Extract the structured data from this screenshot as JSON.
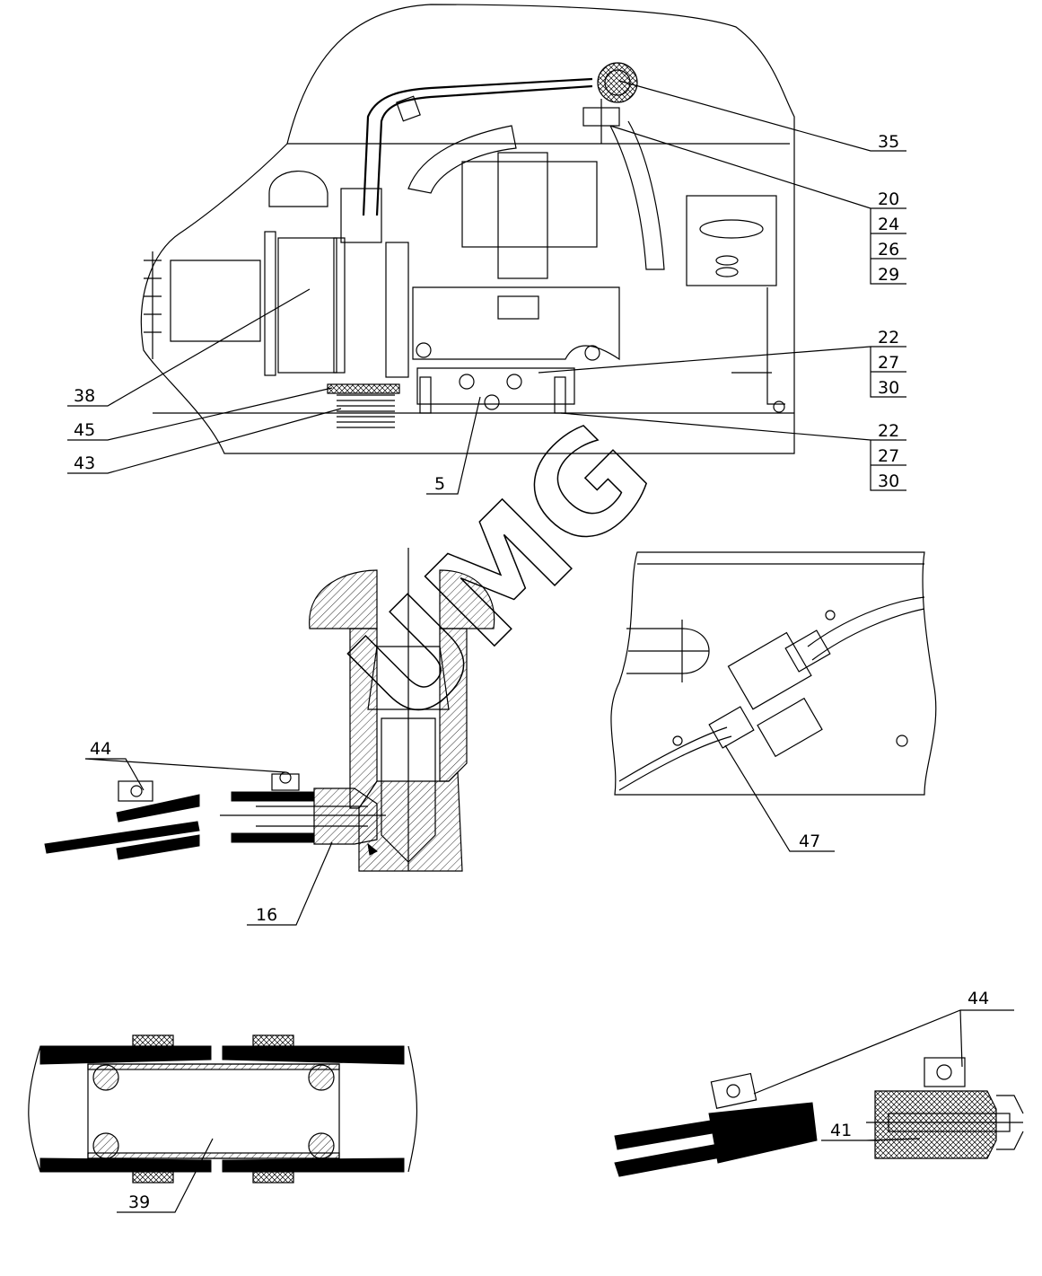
{
  "watermark": "UMG",
  "callouts": {
    "c35": "35",
    "c20": "20",
    "c24": "24",
    "c26": "26",
    "c29": "29",
    "c22a": "22",
    "c27a": "27",
    "c30a": "30",
    "c22b": "22",
    "c27b": "27",
    "c30b": "30",
    "c38": "38",
    "c45": "45",
    "c43": "43",
    "c5": "5",
    "c44a": "44",
    "c16": "16",
    "c47": "47",
    "c39": "39",
    "c44b": "44",
    "c41": "41"
  }
}
